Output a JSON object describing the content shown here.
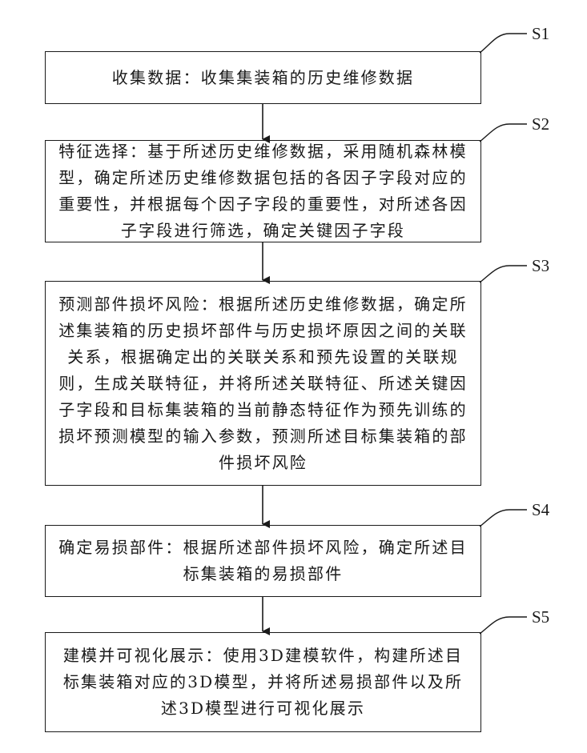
{
  "steps": [
    {
      "id": "S1",
      "text": "收集数据：收集集装箱的历史维修数据"
    },
    {
      "id": "S2",
      "text": "特征选择：基于所述历史维修数据，采用随机森林模型，确定所述历史维修数据包括的各因子字段对应的重要性，并根据每个因子字段的重要性，对所述各因子字段进行筛选，确定关键因子字段"
    },
    {
      "id": "S3",
      "text": "预测部件损坏风险：根据所述历史维修数据，确定所述集装箱的历史损坏部件与历史损坏原因之间的关联关系，根据确定出的关联关系和预先设置的关联规则，生成关联特征，并将所述关联特征、所述关键因子字段和目标集装箱的当前静态特征作为预先训练的损坏预测模型的输入参数，预测所述目标集装箱的部件损坏风险"
    },
    {
      "id": "S4",
      "text": "确定易损部件：根据所述部件损坏风险，确定所述目标集装箱的易损部件"
    },
    {
      "id": "S5",
      "text": "建模并可视化展示：使用3D建模软件，构建所述目标集装箱对应的3D模型，并将所述易损部件以及所述3D模型进行可视化展示"
    }
  ]
}
